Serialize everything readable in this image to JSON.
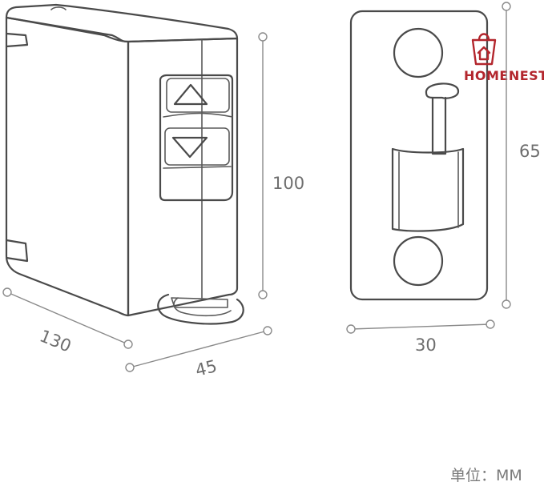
{
  "brand": {
    "name": "HOMENEST",
    "logo_icon": "shopping-bag-house-icon",
    "color": "#b3262d"
  },
  "dimensions": {
    "width_main": "130",
    "depth_main": "45",
    "height_main": "100",
    "plate_width": "30",
    "plate_height": "65"
  },
  "unit_label": "单位：MM",
  "colors": {
    "outline": "#4a4a4a",
    "dimension": "#8a8a8a",
    "text": "#6e6e6e"
  }
}
